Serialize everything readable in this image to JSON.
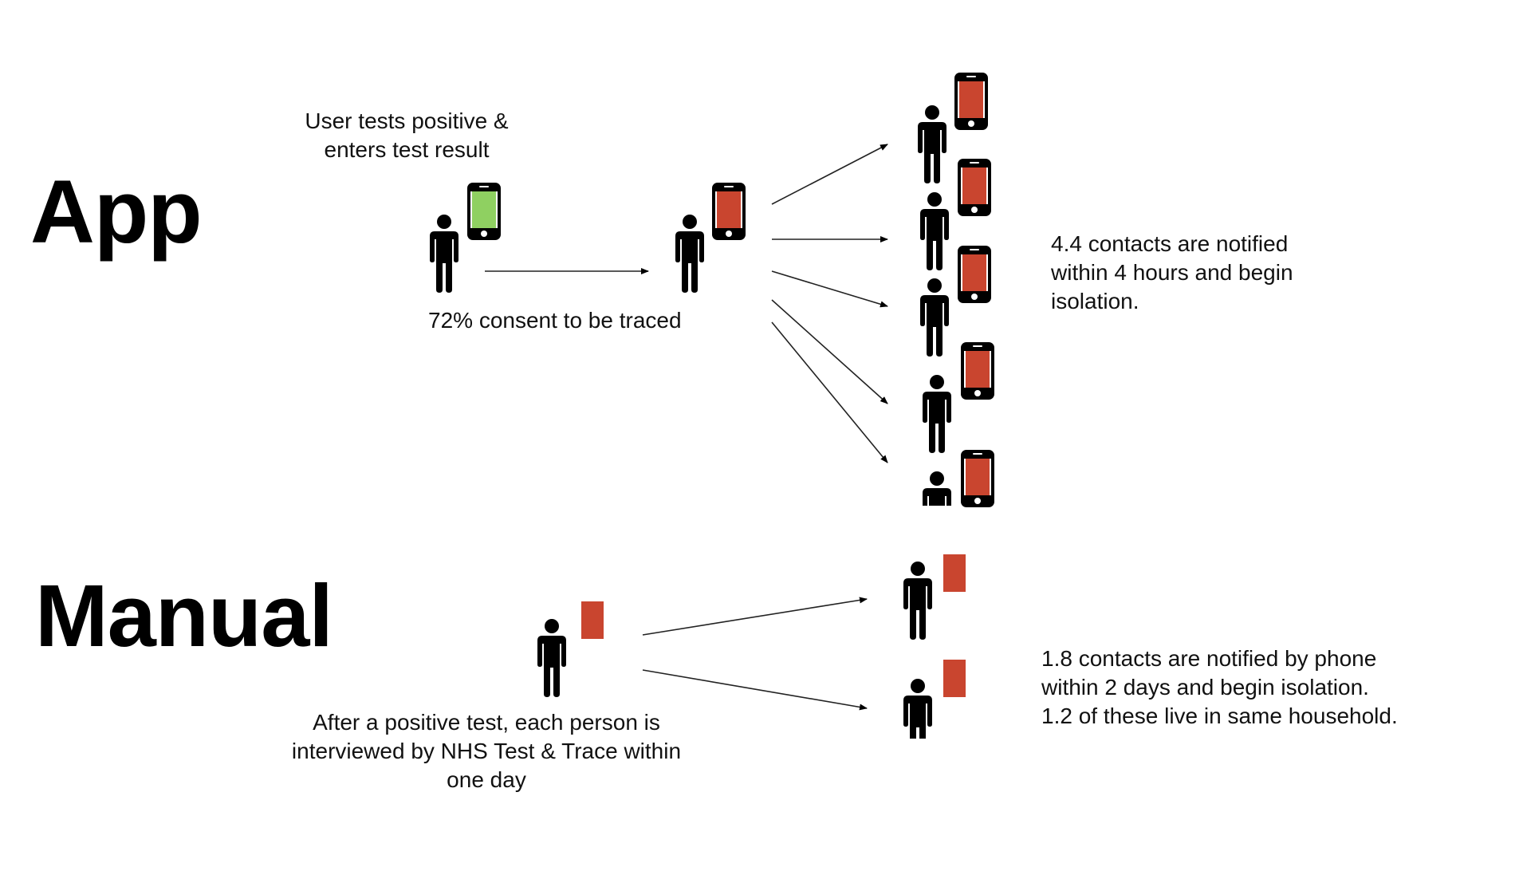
{
  "colors": {
    "positive_screen": "#8fd061",
    "alert_screen": "#c9452f",
    "alert_card": "#c9452f",
    "ink": "#000000",
    "text": "#111111"
  },
  "app": {
    "title": "App",
    "index_case_caption": "User tests positive & enters test result",
    "consent_caption": "72% consent to be traced",
    "outcome_caption_lines": [
      "4.4 contacts are notified",
      "within 4 hours and begin",
      "isolation."
    ],
    "index_person": {
      "icon": "person-icon",
      "device": "smartphone-icon",
      "screen_state": "positive (green)"
    },
    "traced_person": {
      "icon": "person-icon",
      "device": "smartphone-icon",
      "screen_state": "alert (red)"
    },
    "contacts_shown": 5,
    "contact_device": "smartphone-icon",
    "contact_screen_state": "alert (red)"
  },
  "manual": {
    "title": "Manual",
    "index_caption_lines": [
      "After a positive test, each person is",
      "interviewed by NHS Test & Trace within",
      "one day"
    ],
    "outcome_caption_lines": [
      "1.8 contacts are notified by phone",
      "within 2 days and begin isolation.",
      "1.2 of these live in same household."
    ],
    "index_person": {
      "icon": "person-icon",
      "marker": "red-card-icon"
    },
    "contacts_shown": 2,
    "contact_marker": "red-card-icon"
  }
}
